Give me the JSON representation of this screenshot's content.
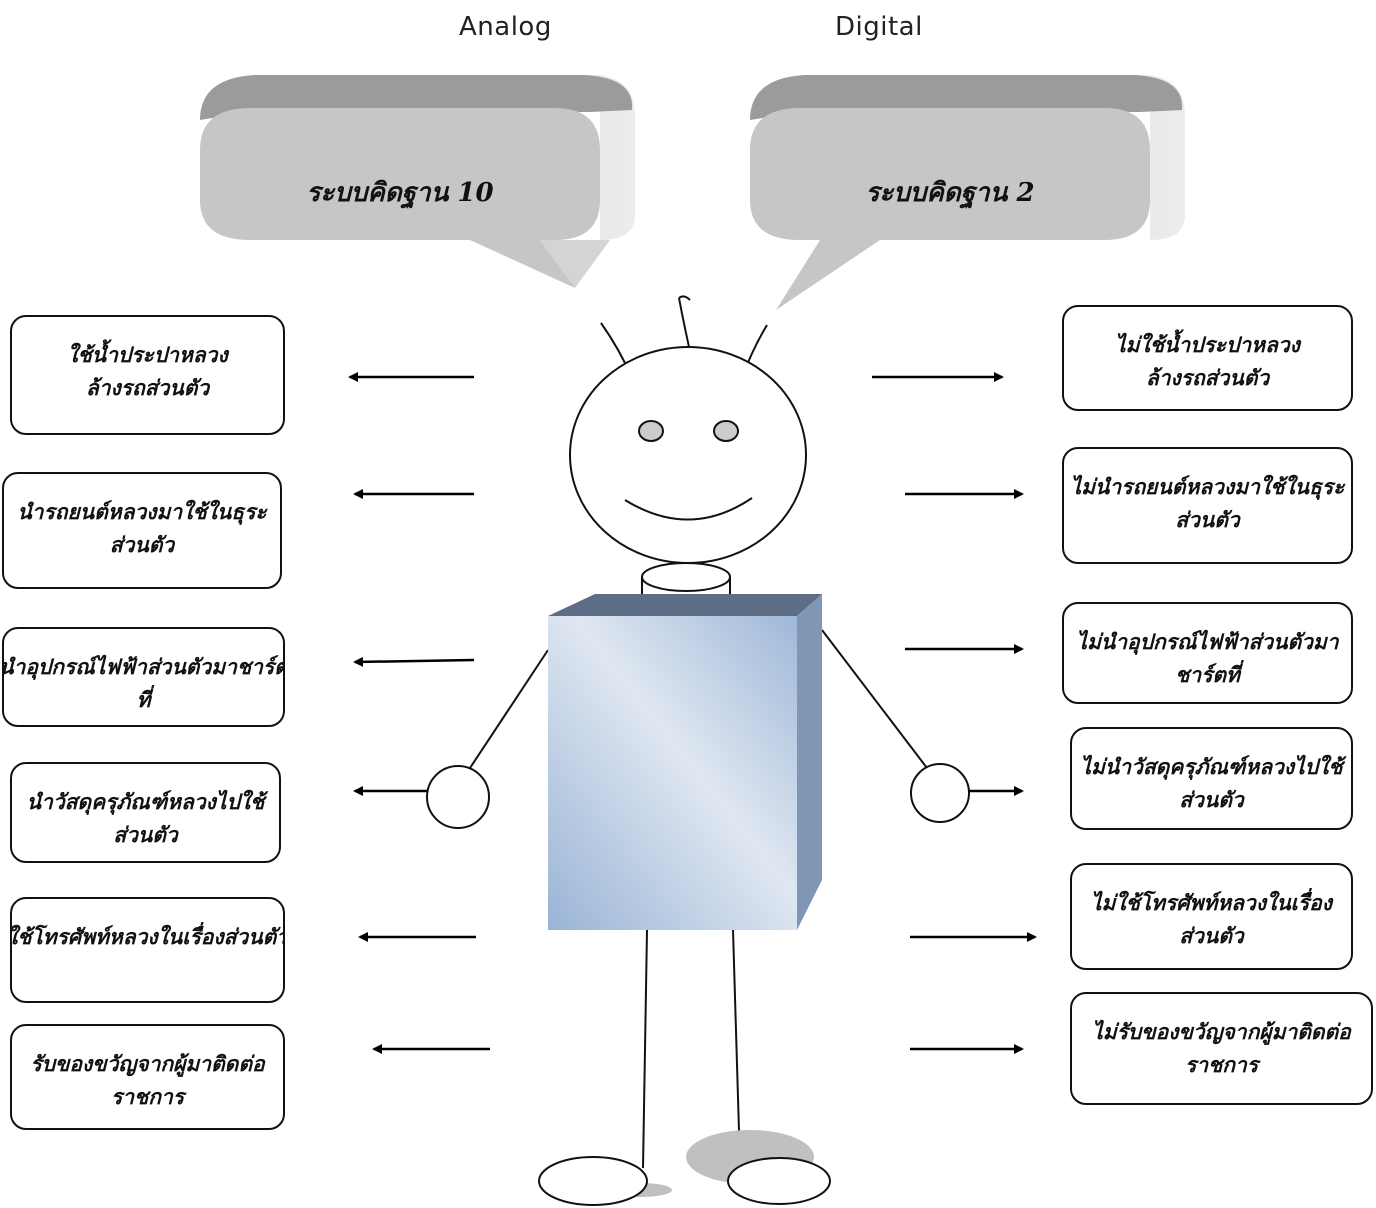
{
  "headers": {
    "analog": "Analog",
    "digital": "Digital"
  },
  "bubbles": {
    "left": "ระบบคิดฐาน 10",
    "right": "ระบบคิดฐาน 2"
  },
  "left_boxes": [
    {
      "line1": "ใช้น้ำประปาหลวง",
      "line2": "ล้างรถส่วนตัว"
    },
    {
      "line1": "นำรถยนต์หลวงมาใช้ในธุระ",
      "line2": "ส่วนตัว"
    },
    {
      "line1": "นำอุปกรณ์ไฟฟ้าส่วนตัวมาชาร์ต",
      "line2": "ที่"
    },
    {
      "line1": "นำวัสดุครุภัณฑ์หลวงไปใช้",
      "line2": "ส่วนตัว"
    },
    {
      "line1": "ใช้โทรศัพท์หลวงในเรื่องส่วนตัว",
      "line2": ""
    },
    {
      "line1": "รับของขวัญจากผู้มาติดต่อ",
      "line2": "ราชการ"
    }
  ],
  "right_boxes": [
    {
      "line1": "ไม่ใช้น้ำประปาหลวง",
      "line2": "ล้างรถส่วนตัว"
    },
    {
      "line1": "ไม่นำรถยนต์หลวงมาใช้ในธุระ",
      "line2": "ส่วนตัว"
    },
    {
      "line1": "ไม่นำอุปกรณ์ไฟฟ้าส่วนตัวมา",
      "line2": "ชาร์ตที่"
    },
    {
      "line1": "ไม่นำวัสดุครุภัณฑ์หลวงไปใช้",
      "line2": "ส่วนตัว"
    },
    {
      "line1": "ไม่ใช้โทรศัพท์หลวงในเรื่อง",
      "line2": "ส่วนตัว"
    },
    {
      "line1": "ไม่รับของขวัญจากผู้มาติดต่อ",
      "line2": "ราชการ"
    }
  ],
  "colors": {
    "bubble_face": "#c4c4c4",
    "bubble_top": "#9a9a9a",
    "body_front": "#b8cbe2",
    "body_side": "#7f97b5",
    "body_top": "#5d6d86",
    "eye": "#cccccc",
    "shadow": "#c0c0c0"
  }
}
